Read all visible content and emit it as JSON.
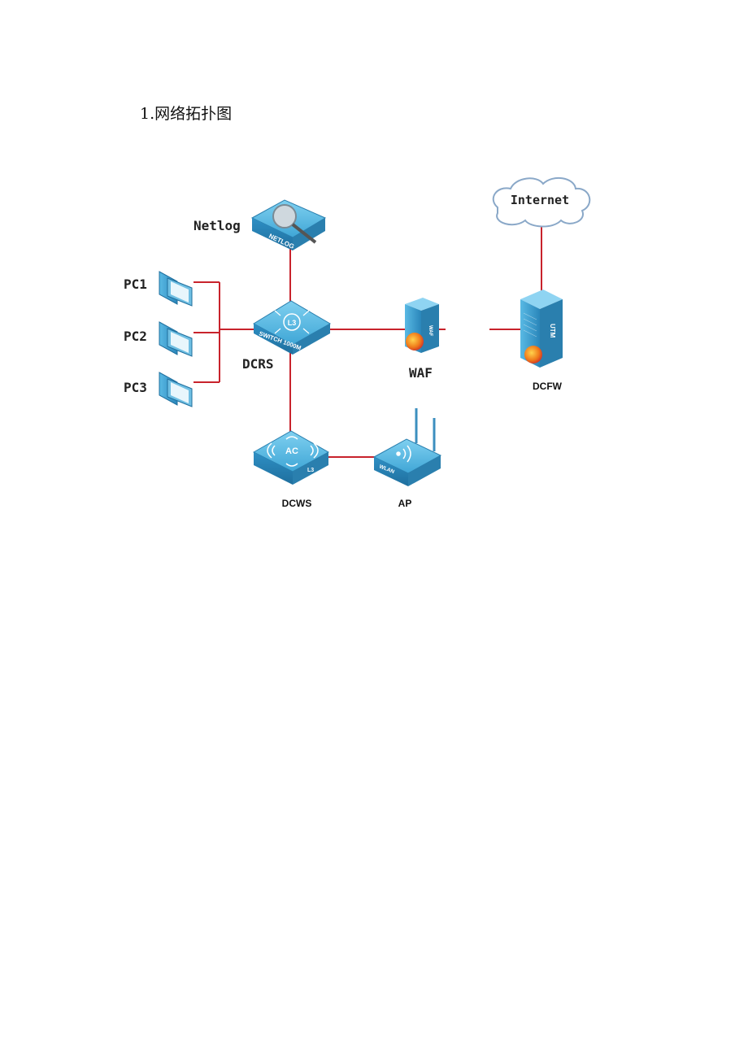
{
  "heading": "1.网络拓扑图",
  "devices": {
    "internet": {
      "label": "Internet"
    },
    "netlog": {
      "label": "Netlog",
      "device_text": "NETLOG"
    },
    "dcrs": {
      "label": "DCRS",
      "device_text": "SWITCH 1000M",
      "badge": "L3"
    },
    "waf": {
      "label": "WAF",
      "device_text": "WAF"
    },
    "dcfw": {
      "label": "DCFW",
      "device_text": "UTM"
    },
    "dcws": {
      "label": "DCWS",
      "badge": "AC",
      "device_text": "L3"
    },
    "ap": {
      "label": "AP",
      "device_text": "WLAN"
    },
    "pcs": [
      {
        "label": "PC1"
      },
      {
        "label": "PC2"
      },
      {
        "label": "PC3"
      }
    ]
  },
  "colors": {
    "link": "#c8232c",
    "device": "#3fa6d6",
    "device_dark": "#2a7fae"
  }
}
